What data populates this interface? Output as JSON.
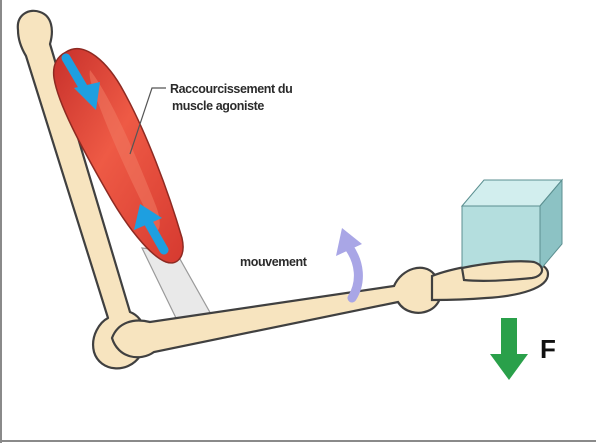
{
  "labels": {
    "muscle_line1": "Raccourcissement du",
    "muscle_line2": "muscle agoniste",
    "movement": "mouvement",
    "force": "F"
  },
  "colors": {
    "bone_fill": "#f7e4bf",
    "bone_stroke": "#404040",
    "muscle": "#e0473a",
    "muscle_highlight": "#f07a62",
    "tendon": "#e9e9e9",
    "contraction_arrow": "#1e9fe0",
    "movement_arrow": "#a9a6e6",
    "force_arrow": "#2aa04a",
    "cube_front": "#b4dede",
    "cube_top": "#d2eeee",
    "cube_side": "#8cc2c4"
  },
  "icons": {
    "contraction_arrows": "arrow-icon",
    "movement": "curved-arrow-up-icon",
    "force": "arrow-down-icon"
  }
}
